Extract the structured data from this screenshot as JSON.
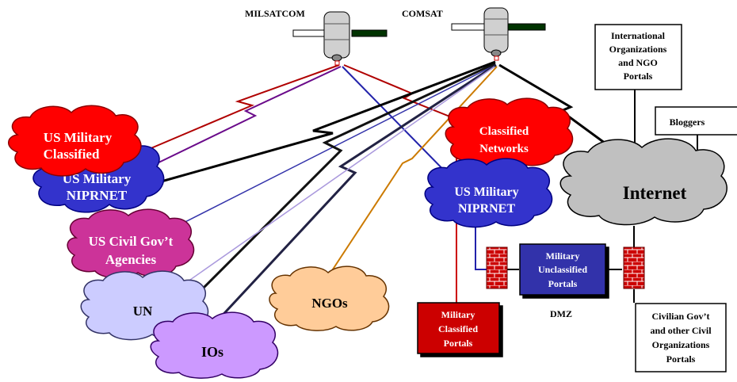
{
  "satellites": {
    "milsatcom": "MILSATCOM",
    "comsat": "COMSAT"
  },
  "clouds": {
    "us_military_classified": [
      "US Military",
      "Classified"
    ],
    "us_military_niprnet_left": [
      "US Military",
      "NIPRNET"
    ],
    "us_civil_gov_agencies": [
      "US Civil Gov’t",
      "Agencies"
    ],
    "un": [
      "UN"
    ],
    "ios": [
      "IOs"
    ],
    "ngos": [
      "NGOs"
    ],
    "classified_networks": [
      "Classified",
      "Networks"
    ],
    "us_military_niprnet_center": [
      "US Military",
      "NIPRNET"
    ],
    "internet": [
      "Internet"
    ]
  },
  "boxes": {
    "international_orgs": [
      "International",
      "Organizations",
      "and NGO",
      "Portals"
    ],
    "bloggers": [
      "Bloggers"
    ],
    "military_unclassified_portals": [
      "Military",
      "Unclassified",
      "Portals"
    ],
    "military_classified_portals": [
      "Military",
      "Classified",
      "Portals"
    ],
    "civilian_portals": [
      "Civilian Gov’t",
      "and other Civil",
      "Organizations",
      "Portals"
    ]
  },
  "dmz_label": "DMZ",
  "colors": {
    "red_cloud": "#ff0000",
    "blue_cloud": "#3333cc",
    "magenta_cloud": "#cc3399",
    "lavender_cloud": "#ccccff",
    "violet_cloud": "#cc99ff",
    "peach_cloud": "#ffcc99",
    "gray_cloud": "#c0c0c0",
    "firewall_red": "#cc0000",
    "portal_blue": "#3333aa"
  }
}
